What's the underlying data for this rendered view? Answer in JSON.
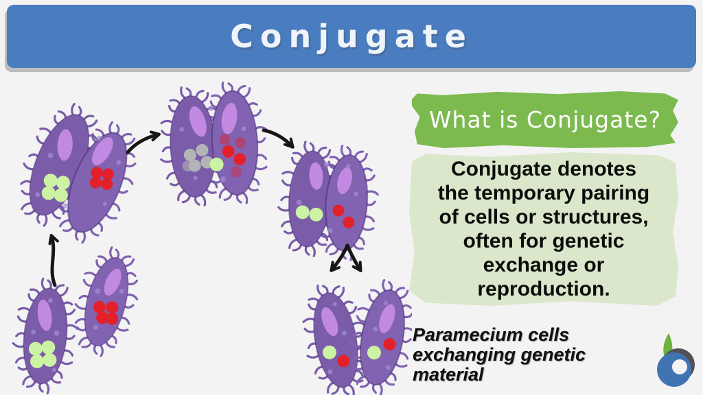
{
  "title": "Conjugate",
  "panel": {
    "heading": "What is Conjugate?",
    "definition_lines": [
      "Conjugate denotes",
      "the temporary pairing",
      "of cells or structures,",
      "often for genetic",
      "exchange or",
      "reproduction."
    ],
    "caption_lines": [
      "Paramecium cells",
      "exchanging genetic",
      "material"
    ]
  },
  "logo": {
    "name": "brand-b-droplet-logo"
  },
  "illustration": {
    "subject": "Paramecium conjugation cycle",
    "stages": [
      {
        "id": 1,
        "name": "paired-cells-before-exchange"
      },
      {
        "id": 2,
        "name": "paired-cells-exchanging"
      },
      {
        "id": 3,
        "name": "paired-cells-after-exchange"
      },
      {
        "id": 4,
        "name": "cells-separating"
      },
      {
        "id": 5,
        "name": "two-separate-cells"
      }
    ],
    "organelle_legend": [
      "purple-nucleus",
      "red-granules",
      "green-granules",
      "gray-granules"
    ]
  },
  "colors": {
    "background": "#f4f3f4",
    "banner_blue": "#4a7cc0",
    "banner_shadow": "#bdbdbd",
    "heading_green": "#7cba50",
    "definition_bg": "#dbe7ca",
    "text_dark": "#0c0c0c",
    "cell_purple": "#7a5ca9",
    "cell_purple_alt": "#8163b2",
    "nucleus_orchid": "#c289e2",
    "dot_red": "#e3212a",
    "dot_green": "#ccf3a4",
    "dot_gray": "#b4b4b6",
    "speck_lilac": "#a78fd6",
    "arrow_black": "#161616",
    "logo_blue": "#4173b3",
    "logo_gray": "#515158",
    "logo_green": "#6cb33f"
  }
}
